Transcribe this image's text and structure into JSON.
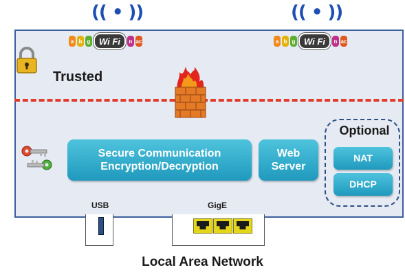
{
  "wifi": {
    "signal_left": "(( • ))",
    "signal_right": "(( • ))",
    "badge_left": {
      "bands_left": [
        "a",
        "b",
        "g"
      ],
      "logo": "Wi Fi",
      "bands_right": [
        "n",
        "ac"
      ]
    },
    "badge_right": {
      "bands_left": [
        "a",
        "b",
        "g"
      ],
      "logo": "Wi Fi",
      "bands_right": [
        "n",
        "ac"
      ]
    }
  },
  "zones": {
    "trusted_label": "Trusted"
  },
  "modules": {
    "secure_line1": "Secure Communication",
    "secure_line2": "Encryption/Decryption",
    "web_line1": "Web",
    "web_line2": "Server",
    "optional_title": "Optional",
    "nat": "NAT",
    "dhcp": "DHCP"
  },
  "ports": {
    "usb_label": "USB",
    "gige_label": "GigE"
  },
  "network": {
    "lan_label": "Local Area Network"
  },
  "colors": {
    "panel_bg": "#e6eaf3",
    "panel_border": "#3b5e9c",
    "dashed_line": "#e03b2b",
    "module_fill": "#2aa8cb",
    "wifi_signal": "#1e4fb2"
  },
  "icons": {
    "lock": "padlock-icon",
    "firewall": "firewall-icon",
    "keys": "keys-icon",
    "wifi_signal": "wifi-signal-icon",
    "usb": "usb-port-icon",
    "ethernet": "ethernet-port-icon"
  }
}
